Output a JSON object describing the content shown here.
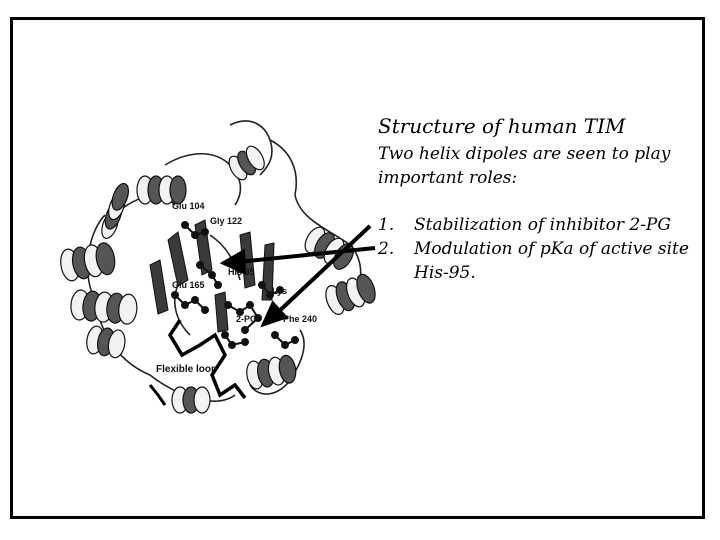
{
  "slide": {
    "title": "Structure of human TIM",
    "subtitle": "Two helix dipoles are seen to play important roles:",
    "list": [
      {
        "num": "1.",
        "text": "Stabilization of inhibitor 2-PG"
      },
      {
        "num": "2.",
        "text": "Modulation of pKa of active site His-95."
      }
    ]
  },
  "figure": {
    "labels": {
      "glu104": "Glu 104",
      "gly122": "Gly 122",
      "his95": "His 95",
      "glu165": "Glu 165",
      "lys": "Lys",
      "pg": "2-PG",
      "phe240": "Phe 240",
      "flexible_loop": "Flexible loop"
    }
  }
}
